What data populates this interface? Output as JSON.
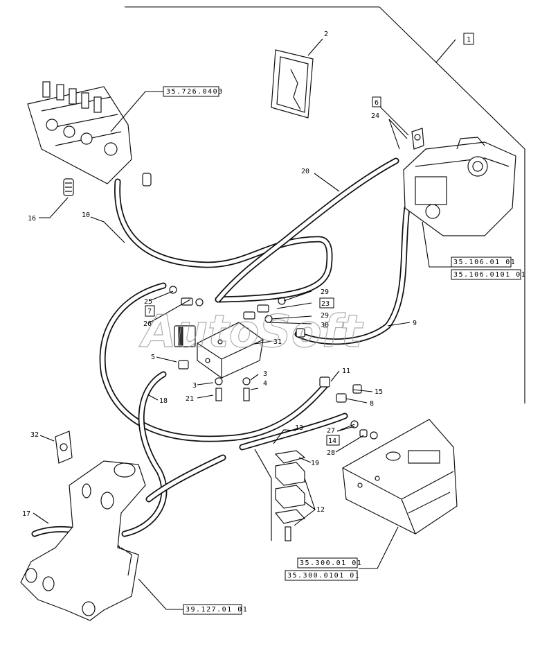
{
  "diagram": {
    "watermark": "AutoSoft",
    "part_numbers": {
      "p1": "1",
      "p2": "2",
      "p3a": "3",
      "p3b": "3",
      "p4": "4",
      "p5": "5",
      "p6": "6",
      "p7": "7",
      "p8": "8",
      "p9": "9",
      "p10": "10",
      "p11": "11",
      "p12": "12",
      "p13": "13",
      "p14": "14",
      "p15": "15",
      "p16": "16",
      "p17": "17",
      "p18": "18",
      "p19": "19",
      "p20": "20",
      "p21": "21",
      "p23": "23",
      "p24": "24",
      "p25": "25",
      "p26": "26",
      "p27": "27",
      "p28": "28",
      "p29a": "29",
      "p29b": "29",
      "p30": "30",
      "p31": "31",
      "p32": "32"
    },
    "references": {
      "valve": "35.726.0403",
      "pump_a": "35.106.01 01",
      "pump_b": "35.106.0101 01",
      "tank_a": "35.300.01 01",
      "tank_b": "35.300.0101 01",
      "frame": "39.127.01 01"
    }
  }
}
